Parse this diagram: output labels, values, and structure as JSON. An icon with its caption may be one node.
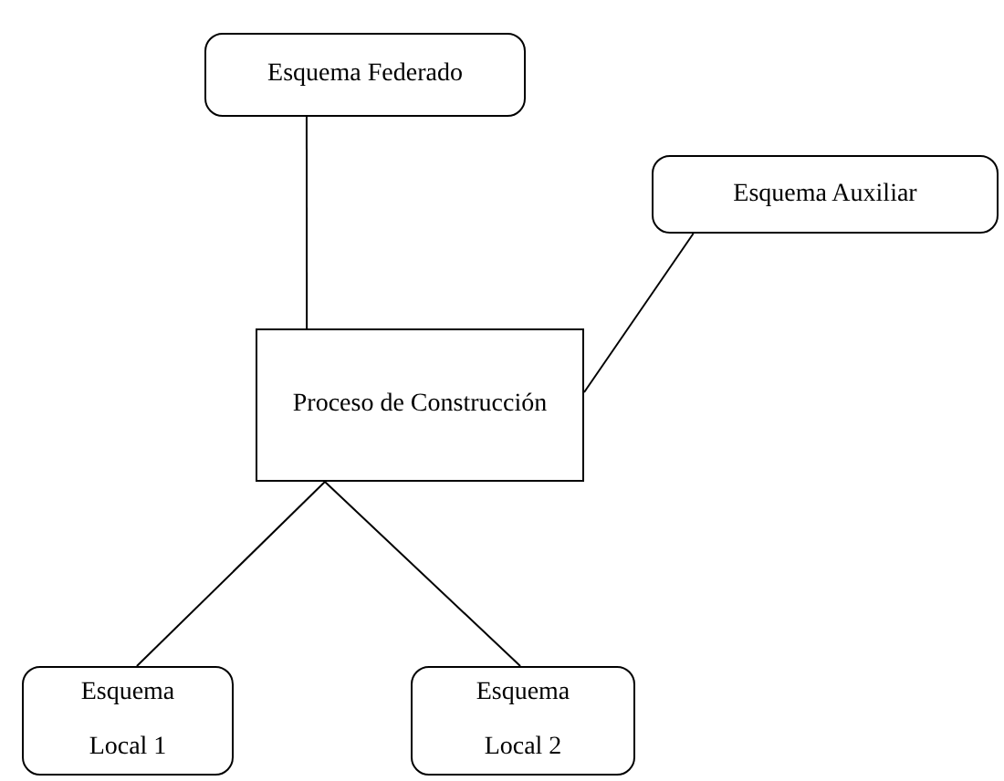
{
  "diagram": {
    "nodes": [
      {
        "text": [
          "Esquema Federado"
        ]
      },
      {
        "text": [
          "Esquema Auxiliar"
        ]
      },
      {
        "text": [
          "Proceso de Construcción"
        ]
      },
      {
        "text": [
          "Esquema Local 1"
        ]
      },
      {
        "text": [
          "Esquema Local 2"
        ]
      }
    ],
    "edges": [
      {
        "from": 0,
        "to": 2,
        "arrow": "none"
      },
      {
        "from": 1,
        "to": 2,
        "arrow": "none"
      },
      {
        "from": 2,
        "to": 3,
        "arrow": "none"
      },
      {
        "from": 2,
        "to": 4,
        "arrow": "none"
      }
    ]
  }
}
